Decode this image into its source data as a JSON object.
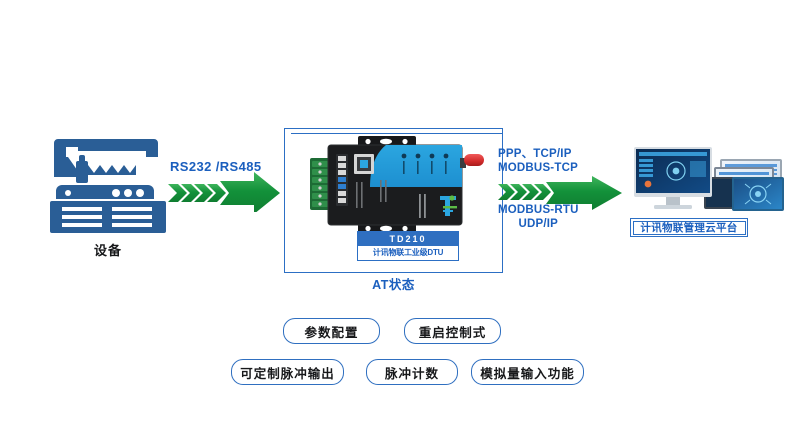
{
  "diagram": {
    "title_hidden": "",
    "left_node": {
      "icon": "industrial-machine-icon",
      "label": "设备"
    },
    "link_left": {
      "label": "RS232 /RS485",
      "arrow": "green-arrow-right"
    },
    "center_node": {
      "frame_label": "AT状态",
      "plate_model": "TD210",
      "plate_desc": "计讯物联工业级DTU",
      "photo": "td210-dtu-device-photo",
      "led_count": 4
    },
    "link_right": {
      "label_top_line1": "PPP、TCP/IP",
      "label_top_line2": "MODBUS-TCP",
      "label_bottom_line1": "MODBUS-RTU",
      "label_bottom_line2": "UDP/IP",
      "arrow": "green-arrow-right"
    },
    "right_node": {
      "icon": "cloud-platform-screens-icon",
      "label": "计讯物联管理云平台"
    },
    "features": [
      {
        "label": "参数配置"
      },
      {
        "label": "重启控制式"
      },
      {
        "label": "可定制脉冲输出"
      },
      {
        "label": "脉冲计数"
      },
      {
        "label": "模拟量输入功能"
      }
    ]
  },
  "colors": {
    "accent_blue": "#1b5fbe",
    "frame_blue": "#2c6fc4",
    "arrow_green": "#17943c",
    "device_blue": "#2a5e96",
    "text_dark": "#17181a",
    "antenna_red": "#d22b2b"
  }
}
